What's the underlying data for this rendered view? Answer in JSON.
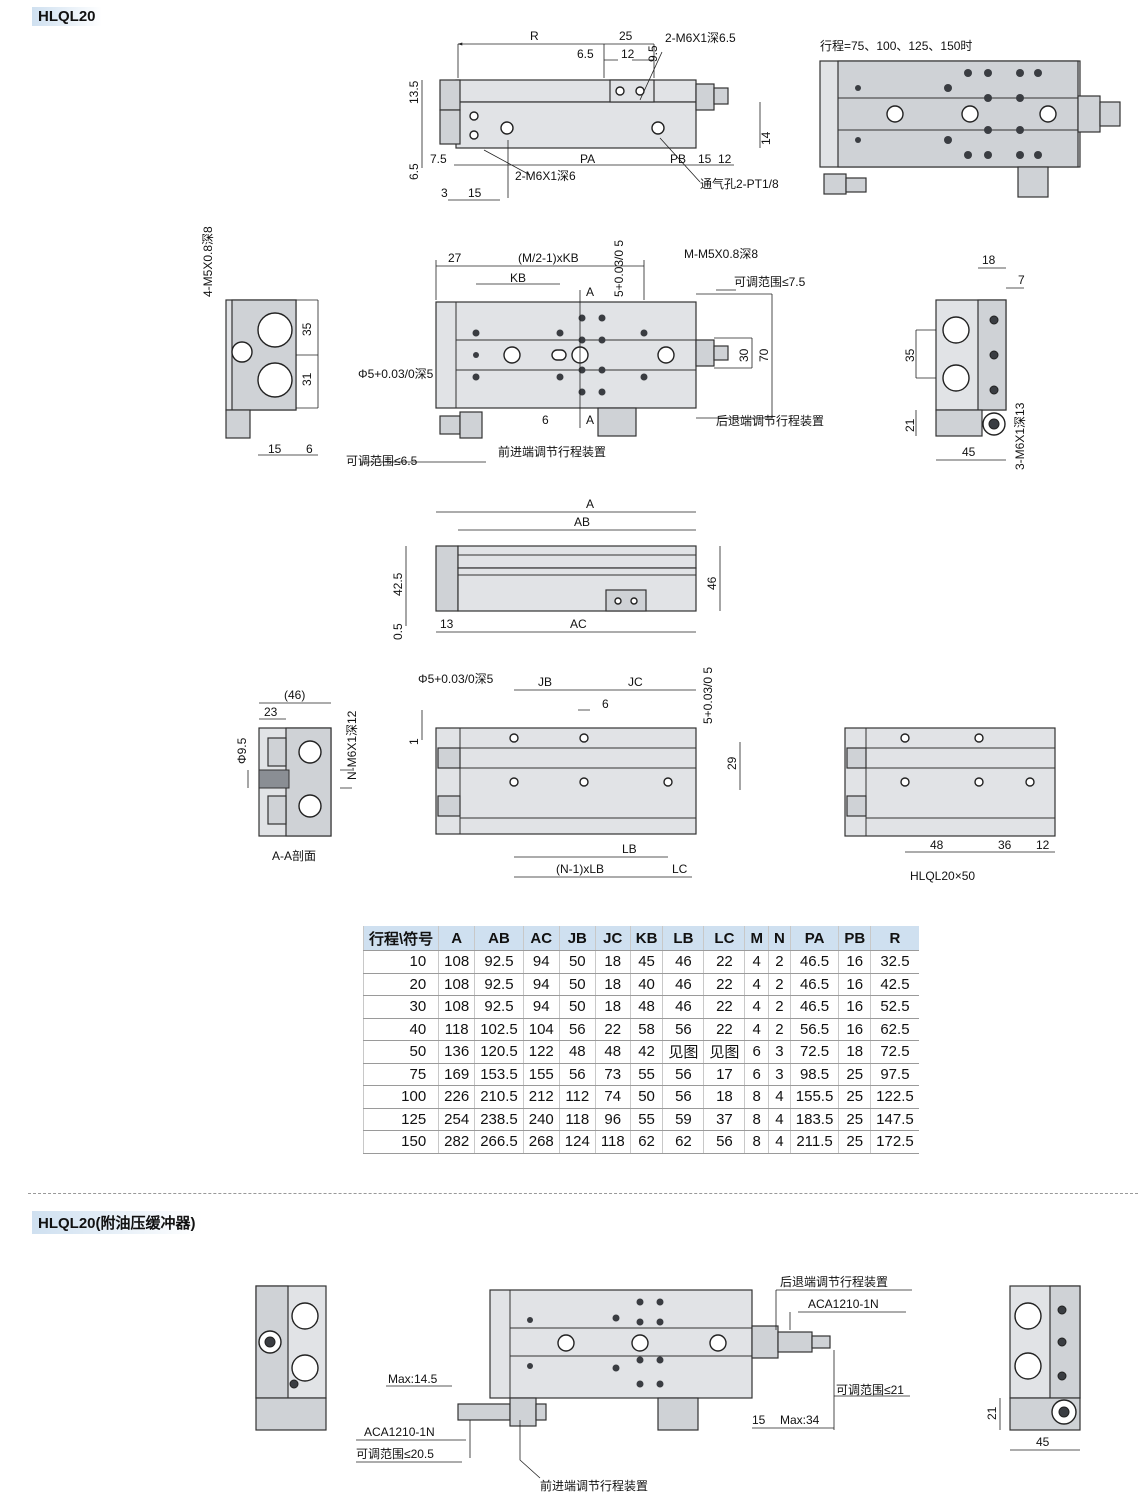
{
  "sections": {
    "main_title": "HLQL20",
    "buffer_title": "HLQL20(附油压缓冲器)"
  },
  "top_view": {
    "dims": {
      "R": "R",
      "d25": "25",
      "d6_5": "6.5",
      "d12": "12",
      "d9_5": "9.5",
      "d13_5": "13.5",
      "d14": "14",
      "d6_5b": "6.5",
      "d7_5": "7.5",
      "PA": "PA",
      "PB": "PB",
      "d15": "15",
      "d12b": "12",
      "d3": "3",
      "d15b": "15"
    },
    "callouts": {
      "top_thread": "2-M6X1深6.5",
      "side_thread": "2-M6X1深6",
      "vent": "通气孔2-PT1/8"
    }
  },
  "stroke_note": "行程=75、100、125、150时",
  "plan_view": {
    "dims": {
      "d27": "27",
      "mkb": "(M/2-1)xKB",
      "KB": "KB",
      "tol": "5+0.03/0 5",
      "A1": "A",
      "A2": "A",
      "d6": "6",
      "d30": "30",
      "d70": "70"
    },
    "callouts": {
      "mthread": "M-M5X0.8深8",
      "adj_back_range": "可调范围≤7.5",
      "phi": "Φ5+0.03/0深5",
      "rear_adj": "后退端调节行程装置",
      "front_adj": "前进端调节行程装置",
      "adj_front_range": "可调范围≤6.5"
    }
  },
  "left_end": {
    "thread": "4-M5X0.8深8",
    "d35": "35",
    "d31": "31",
    "d15": "15",
    "d6": "6"
  },
  "right_end": {
    "d18": "18",
    "d7": "7",
    "d35": "35",
    "d21": "21",
    "d45": "45",
    "thread": "3-M6X1深13"
  },
  "side_view": {
    "A": "A",
    "AB": "AB",
    "AC": "AC",
    "d42_5": "42.5",
    "d46": "46",
    "d0_5": "0.5",
    "d13": "13"
  },
  "bottom_view": {
    "phi": "Φ5+0.03/0深5",
    "JB": "JB",
    "JC": "JC",
    "d6": "6",
    "tol": "5+0.03/0 5",
    "d1": "1",
    "d29": "29",
    "LB": "LB",
    "nlb": "(N-1)xLB",
    "LC": "LC"
  },
  "section_aa": {
    "d46": "(46)",
    "d23": "23",
    "phi9_5": "Φ9.5",
    "thread": "N-M6X1深12",
    "label": "A-A剖面"
  },
  "hlql50": {
    "d48": "48",
    "d36": "36",
    "d12": "12",
    "label": "HLQL20×50"
  },
  "buffer_view": {
    "rear_adj": "后退端调节行程装置",
    "aca_r": "ACA1210-1N",
    "max14_5": "Max:14.5",
    "adj21": "可调范围≤21",
    "d15": "15",
    "max34": "Max:34",
    "aca_f": "ACA1210-1N",
    "adj20_5": "可调范围≤20.5",
    "front_adj": "前进端调节行程装置",
    "d21": "21",
    "d45": "45"
  },
  "table": {
    "headers": [
      "行程\\符号",
      "A",
      "AB",
      "AC",
      "JB",
      "JC",
      "KB",
      "LB",
      "LC",
      "M",
      "N",
      "PA",
      "PB",
      "R"
    ],
    "rows": [
      [
        "10",
        "108",
        "92.5",
        "94",
        "50",
        "18",
        "45",
        "46",
        "22",
        "4",
        "2",
        "46.5",
        "16",
        "32.5"
      ],
      [
        "20",
        "108",
        "92.5",
        "94",
        "50",
        "18",
        "40",
        "46",
        "22",
        "4",
        "2",
        "46.5",
        "16",
        "42.5"
      ],
      [
        "30",
        "108",
        "92.5",
        "94",
        "50",
        "18",
        "48",
        "46",
        "22",
        "4",
        "2",
        "46.5",
        "16",
        "52.5"
      ],
      [
        "40",
        "118",
        "102.5",
        "104",
        "56",
        "22",
        "58",
        "56",
        "22",
        "4",
        "2",
        "56.5",
        "16",
        "62.5"
      ],
      [
        "50",
        "136",
        "120.5",
        "122",
        "48",
        "48",
        "42",
        "见图",
        "见图",
        "6",
        "3",
        "72.5",
        "18",
        "72.5"
      ],
      [
        "75",
        "169",
        "153.5",
        "155",
        "56",
        "73",
        "55",
        "56",
        "17",
        "6",
        "3",
        "98.5",
        "25",
        "97.5"
      ],
      [
        "100",
        "226",
        "210.5",
        "212",
        "112",
        "74",
        "50",
        "56",
        "18",
        "8",
        "4",
        "155.5",
        "25",
        "122.5"
      ],
      [
        "125",
        "254",
        "238.5",
        "240",
        "118",
        "96",
        "55",
        "59",
        "37",
        "8",
        "4",
        "183.5",
        "25",
        "147.5"
      ],
      [
        "150",
        "282",
        "266.5",
        "268",
        "124",
        "118",
        "62",
        "62",
        "56",
        "8",
        "4",
        "211.5",
        "25",
        "172.5"
      ]
    ]
  }
}
